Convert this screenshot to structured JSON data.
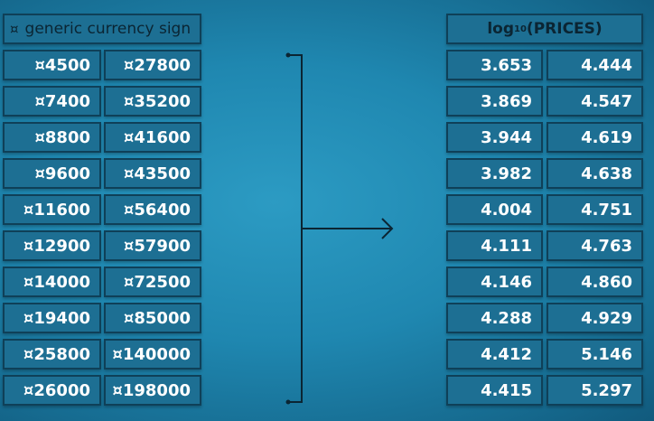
{
  "left_table": {
    "header_symbol": "¤",
    "header_label": "generic currency sign",
    "col1": [
      "¤4500",
      "¤7400",
      "¤8800",
      "¤9600",
      "¤11600",
      "¤12900",
      "¤14000",
      "¤19400",
      "¤25800",
      "¤26000"
    ],
    "col2": [
      "¤27800",
      "¤35200",
      "¤41600",
      "¤43500",
      "¤56400",
      "¤57900",
      "¤72500",
      "¤85000",
      "¤140000",
      "¤198000"
    ]
  },
  "right_table": {
    "header_prefix": "log",
    "header_subscript": "10",
    "header_suffix": " (PRICES)",
    "col1": [
      "3.653",
      "3.869",
      "3.944",
      "3.982",
      "4.004",
      "4.111",
      "4.146",
      "4.288",
      "4.412",
      "4.415"
    ],
    "col2": [
      "4.444",
      "4.547",
      "4.619",
      "4.638",
      "4.751",
      "4.763",
      "4.860",
      "4.929",
      "5.146",
      "5.297"
    ]
  },
  "colors": {
    "background": "#1f87b0",
    "cell_fill": "#1d6f93",
    "cell_border": "#0f4058",
    "bracket": "#0b2533"
  }
}
